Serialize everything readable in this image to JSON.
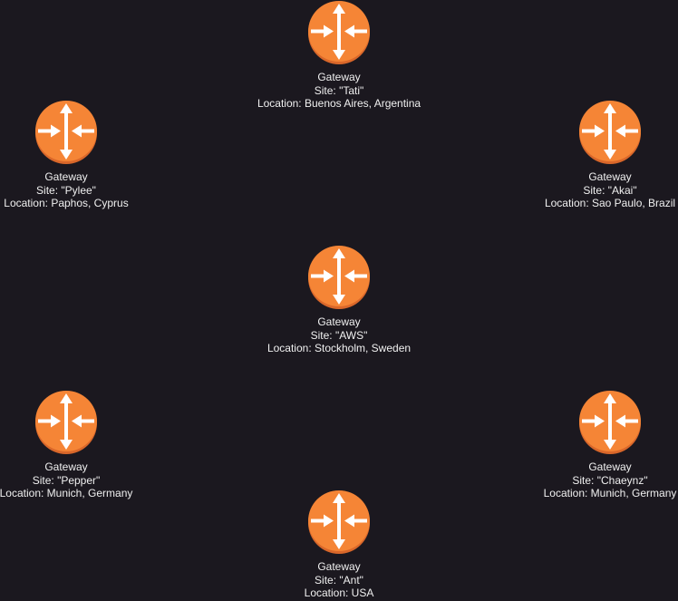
{
  "colors": {
    "background": "#1b181f",
    "router_fill": "#f58536",
    "router_shade": "#d9672a",
    "arrow": "#ffffff",
    "label_text": "#f0f0f0"
  },
  "icon": "router-icon",
  "gateways": [
    {
      "title": "Gateway",
      "site": "Site: \"Tati\"",
      "location": "Location: Buenos Aires, Argentina"
    },
    {
      "title": "Gateway",
      "site": "Site: \"Pylee\"",
      "location": "Location: Paphos, Cyprus"
    },
    {
      "title": "Gateway",
      "site": "Site: \"Akai\"",
      "location": "Location: Sao Paulo, Brazil"
    },
    {
      "title": "Gateway",
      "site": "Site: \"AWS\"",
      "location": "Location: Stockholm, Sweden"
    },
    {
      "title": "Gateway",
      "site": "Site: \"Pepper\"",
      "location": "Location: Munich, Germany"
    },
    {
      "title": "Gateway",
      "site": "Site: \"Chaeynz\"",
      "location": "Location: Munich, Germany"
    },
    {
      "title": "Gateway",
      "site": "Site: \"Ant\"",
      "location": "Location: USA"
    }
  ]
}
